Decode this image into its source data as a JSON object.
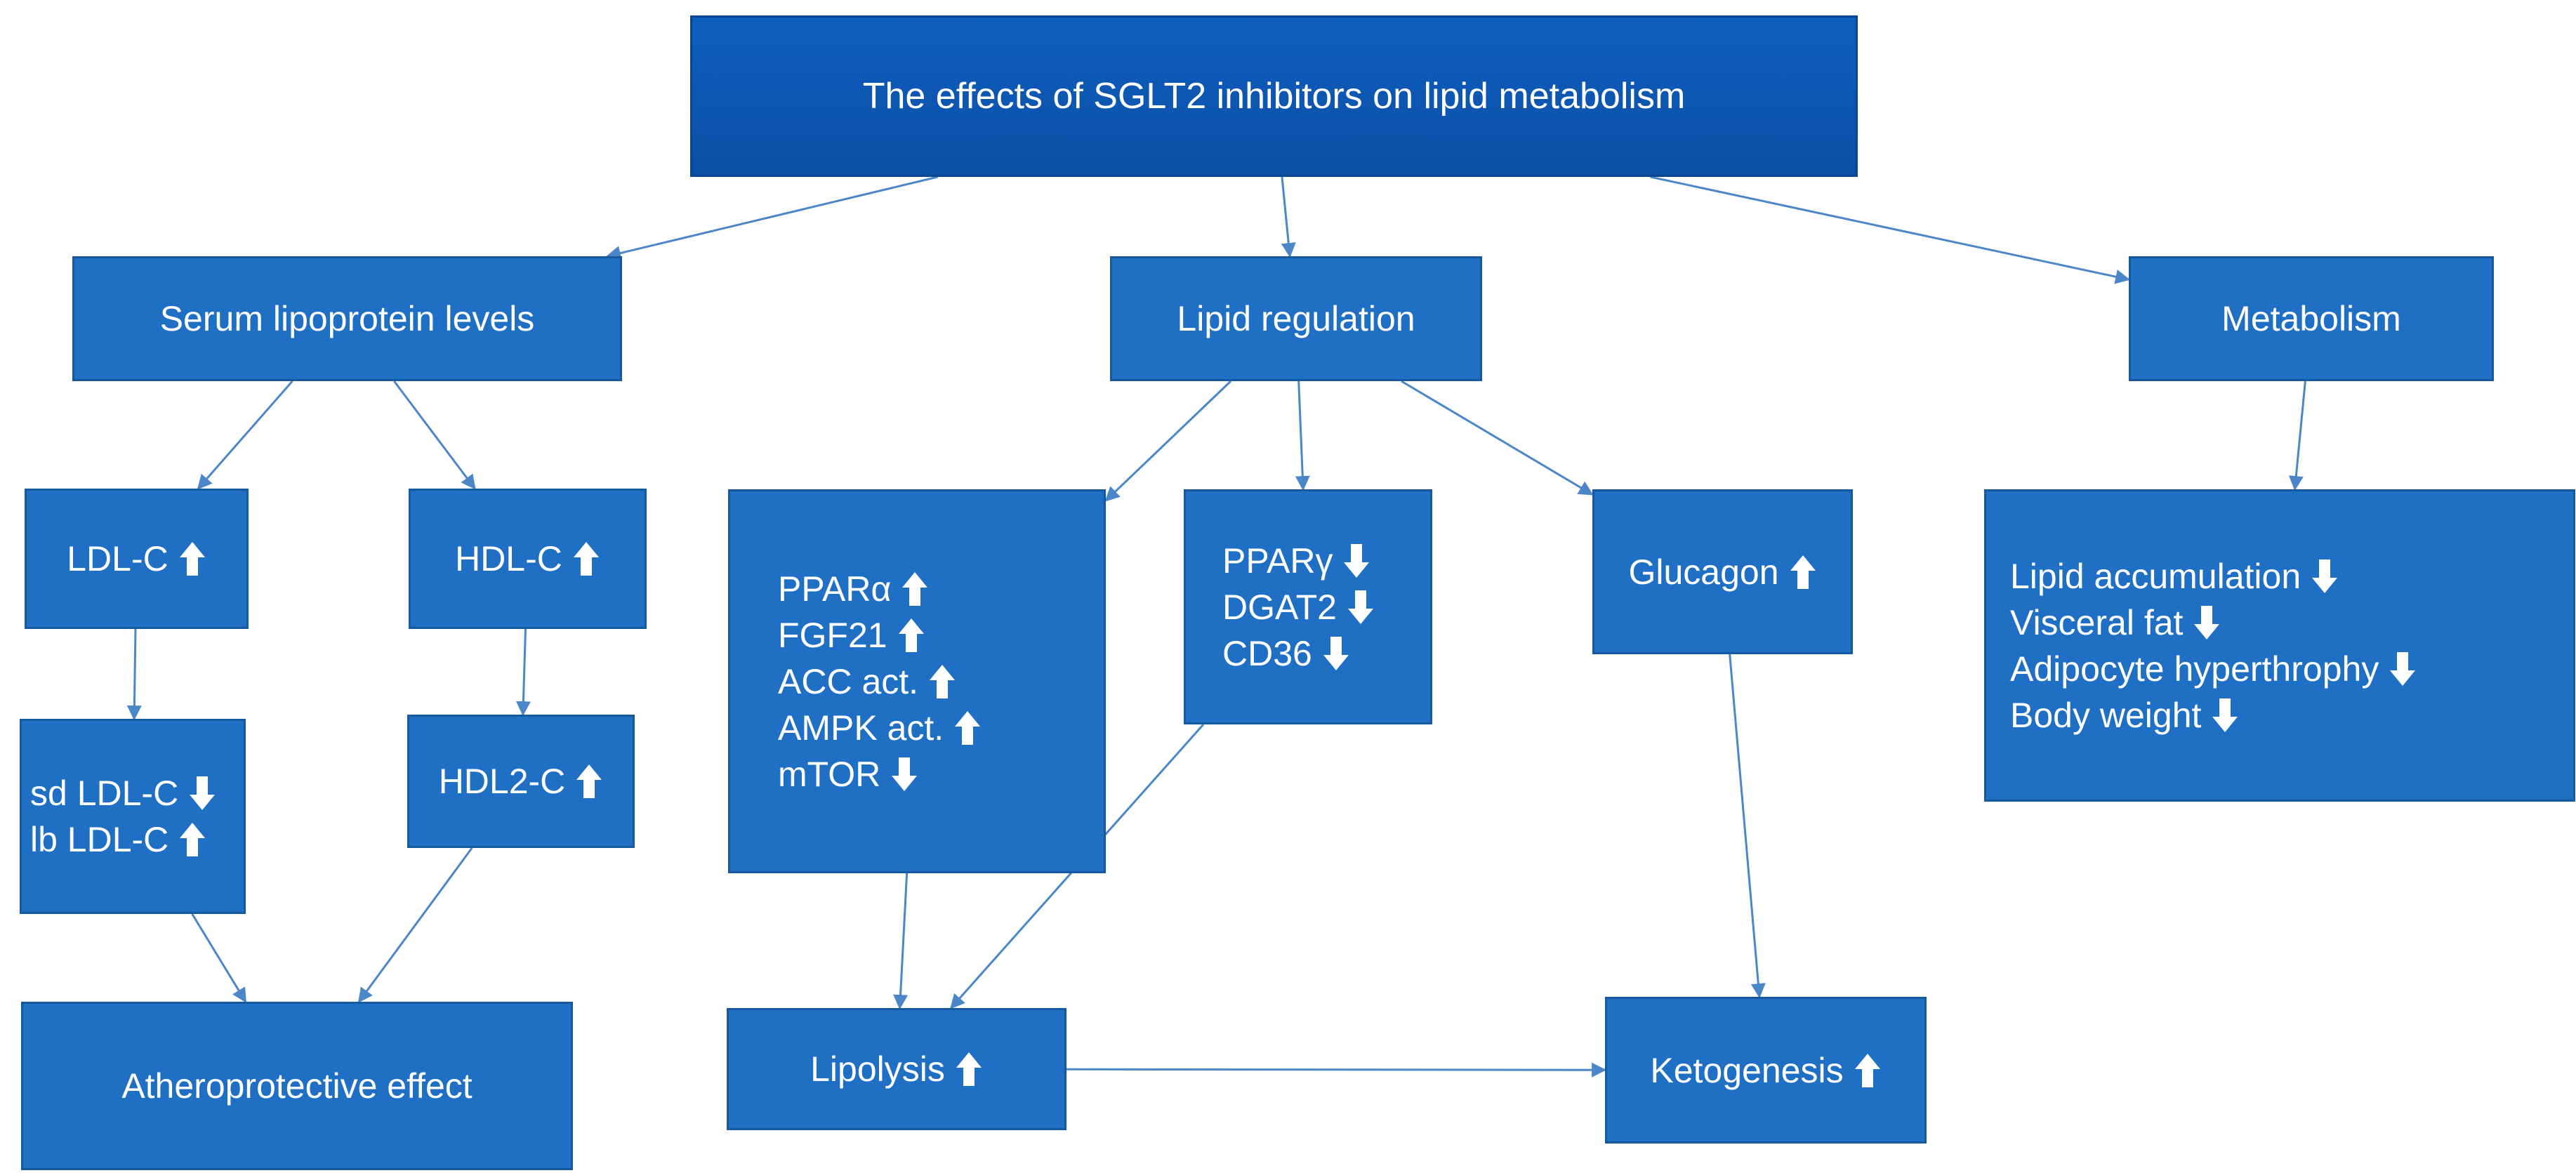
{
  "colors": {
    "box_fill": "#1f6fc4",
    "title_fill": "#0f5fbf",
    "text": "#ffffff",
    "connector": "#4a86c8"
  },
  "nodes": {
    "title": {
      "lines": [
        {
          "text": "The effects of SGLT2 inhibitors on lipid metabolism",
          "arrow": null
        }
      ]
    },
    "serum": {
      "lines": [
        {
          "text": "Serum lipoprotein levels",
          "arrow": null
        }
      ]
    },
    "lipid_reg": {
      "lines": [
        {
          "text": "Lipid regulation",
          "arrow": null
        }
      ]
    },
    "metabolism": {
      "lines": [
        {
          "text": "Metabolism",
          "arrow": null
        }
      ]
    },
    "ldl": {
      "lines": [
        {
          "text": "LDL-C",
          "arrow": "up"
        }
      ]
    },
    "hdl": {
      "lines": [
        {
          "text": "HDL-C",
          "arrow": "up"
        }
      ]
    },
    "sdlb": {
      "lines": [
        {
          "text": "sd LDL-C",
          "arrow": "down"
        },
        {
          "text": "lb LDL-C",
          "arrow": "up"
        }
      ]
    },
    "hdl2": {
      "lines": [
        {
          "text": "HDL2-C",
          "arrow": "up"
        }
      ]
    },
    "ppara": {
      "lines": [
        {
          "text": "PPARα",
          "arrow": "up"
        },
        {
          "text": "FGF21",
          "arrow": "up"
        },
        {
          "text": "ACC act.",
          "arrow": "up"
        },
        {
          "text": "AMPK act.",
          "arrow": "up"
        },
        {
          "text": "mTOR",
          "arrow": "down"
        }
      ]
    },
    "pparg": {
      "lines": [
        {
          "text": "PPARγ",
          "arrow": "down"
        },
        {
          "text": "DGAT2",
          "arrow": "down"
        },
        {
          "text": "CD36",
          "arrow": "down"
        }
      ]
    },
    "glucagon": {
      "lines": [
        {
          "text": "Glucagon",
          "arrow": "up"
        }
      ]
    },
    "metab_list": {
      "lines": [
        {
          "text": "Lipid accumulation",
          "arrow": "down"
        },
        {
          "text": "Visceral fat",
          "arrow": "down"
        },
        {
          "text": "Adipocyte hyperthrophy",
          "arrow": "down"
        },
        {
          "text": "Body weight",
          "arrow": "down"
        }
      ]
    },
    "athero": {
      "lines": [
        {
          "text": "Atheroprotective effect",
          "arrow": null
        }
      ]
    },
    "lipolysis": {
      "lines": [
        {
          "text": "Lipolysis",
          "arrow": "up"
        }
      ]
    },
    "ketogenesis": {
      "lines": [
        {
          "text": "Ketogenesis",
          "arrow": "up"
        }
      ]
    }
  },
  "edges": [
    {
      "from": "title",
      "to": "serum"
    },
    {
      "from": "title",
      "to": "lipid_reg"
    },
    {
      "from": "title",
      "to": "metabolism"
    },
    {
      "from": "serum",
      "to": "ldl"
    },
    {
      "from": "serum",
      "to": "hdl"
    },
    {
      "from": "ldl",
      "to": "sdlb"
    },
    {
      "from": "hdl",
      "to": "hdl2"
    },
    {
      "from": "sdlb",
      "to": "athero"
    },
    {
      "from": "hdl2",
      "to": "athero"
    },
    {
      "from": "lipid_reg",
      "to": "ppara"
    },
    {
      "from": "lipid_reg",
      "to": "pparg"
    },
    {
      "from": "lipid_reg",
      "to": "glucagon"
    },
    {
      "from": "ppara",
      "to": "lipolysis"
    },
    {
      "from": "pparg",
      "to": "lipolysis"
    },
    {
      "from": "glucagon",
      "to": "ketogenesis"
    },
    {
      "from": "lipolysis",
      "to": "ketogenesis"
    },
    {
      "from": "metabolism",
      "to": "metab_list"
    }
  ]
}
